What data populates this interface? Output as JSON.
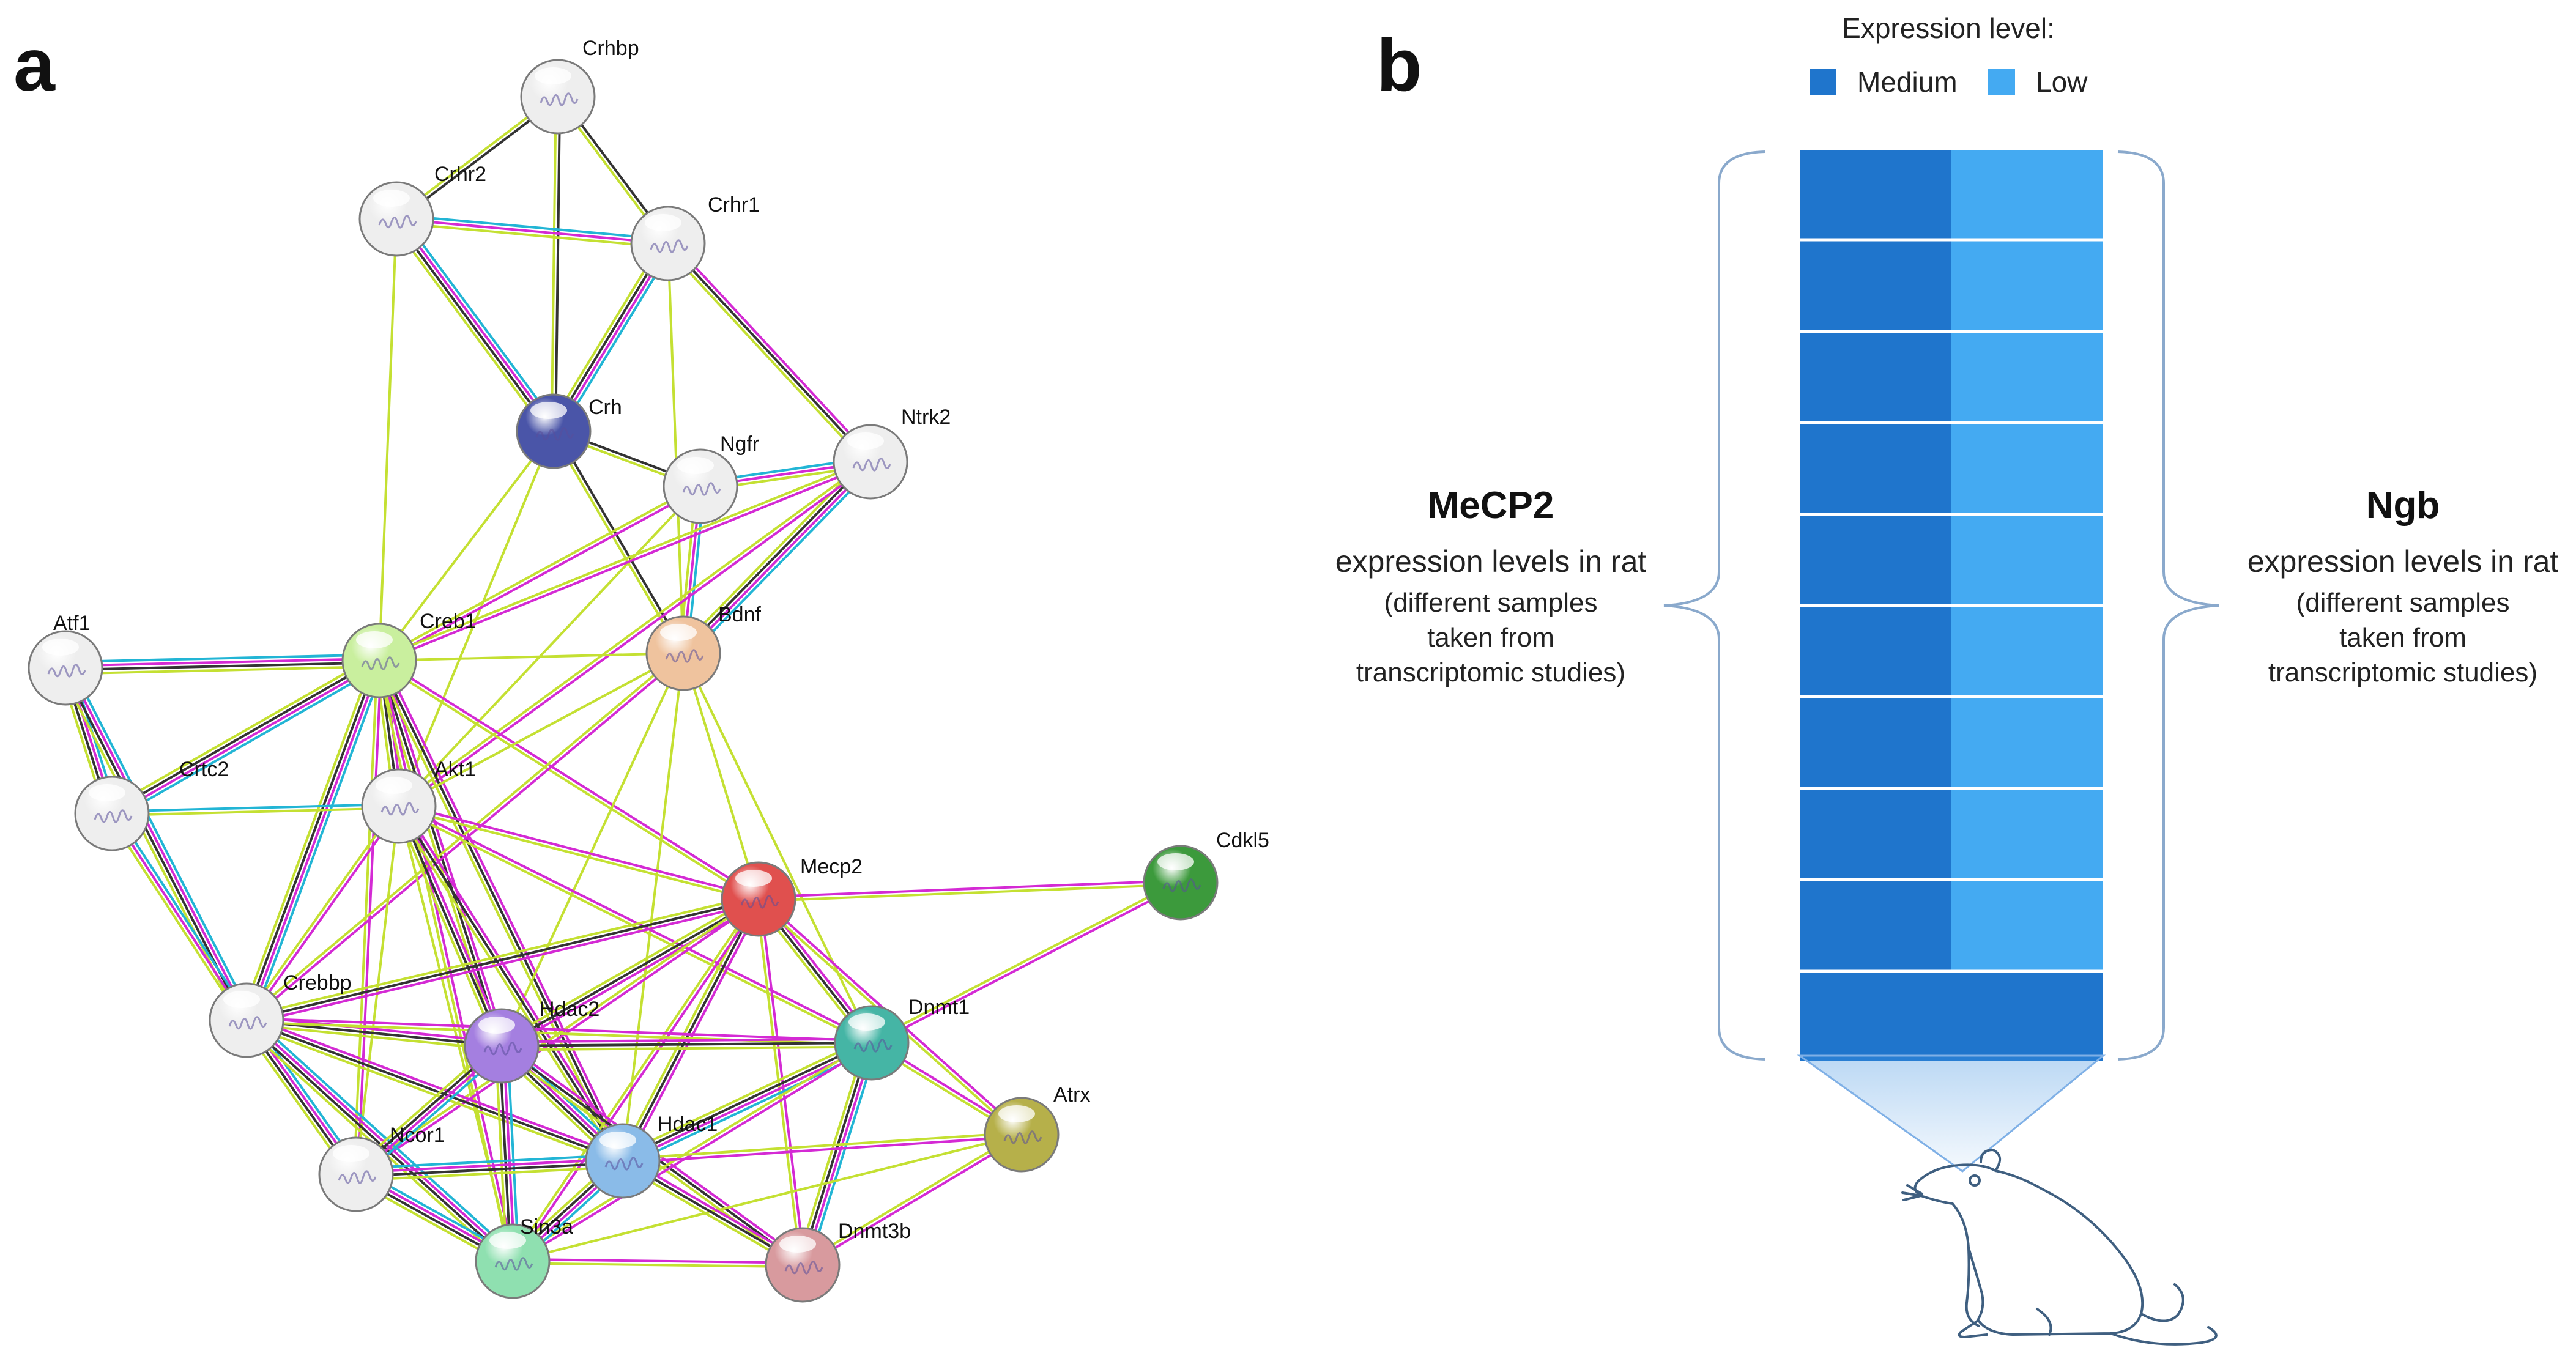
{
  "panel_a": {
    "label": "a",
    "nodes": [
      {
        "id": "Crhbp",
        "label": "Crhbp",
        "color": "#eeeeee"
      },
      {
        "id": "Crhr2",
        "label": "Crhr2",
        "color": "#eeeeee"
      },
      {
        "id": "Crhr1",
        "label": "Crhr1",
        "color": "#eeeeee"
      },
      {
        "id": "Crh",
        "label": "Crh",
        "color": "#4a55a8"
      },
      {
        "id": "Ngfr",
        "label": "Ngfr",
        "color": "#eeeeee"
      },
      {
        "id": "Ntrk2",
        "label": "Ntrk2",
        "color": "#eeeeee"
      },
      {
        "id": "Atf1",
        "label": "Atf1",
        "color": "#eeeeee"
      },
      {
        "id": "Creb1",
        "label": "Creb1",
        "color": "#c9ef9e"
      },
      {
        "id": "Bdnf",
        "label": "Bdnf",
        "color": "#efc39e"
      },
      {
        "id": "Crtc2",
        "label": "Crtc2",
        "color": "#eeeeee"
      },
      {
        "id": "Akt1",
        "label": "Akt1",
        "color": "#eeeeee"
      },
      {
        "id": "Mecp2",
        "label": "Mecp2",
        "color": "#e0504e"
      },
      {
        "id": "Cdkl5",
        "label": "Cdkl5",
        "color": "#3c9a3c"
      },
      {
        "id": "Crebbp",
        "label": "Crebbp",
        "color": "#eeeeee"
      },
      {
        "id": "Hdac2",
        "label": "Hdac2",
        "color": "#a47fe0"
      },
      {
        "id": "Dnmt1",
        "label": "Dnmt1",
        "color": "#45b5a5"
      },
      {
        "id": "Atrx",
        "label": "Atrx",
        "color": "#b6b04a"
      },
      {
        "id": "Ncor1",
        "label": "Ncor1",
        "color": "#eeeeee"
      },
      {
        "id": "Hdac1",
        "label": "Hdac1",
        "color": "#8abbe8"
      },
      {
        "id": "Sin3a",
        "label": "Sin3a",
        "color": "#8fe0b0"
      },
      {
        "id": "Dnmt3b",
        "label": "Dnmt3b",
        "color": "#d89a9e"
      }
    ],
    "edges": [
      [
        "Crhbp",
        "Crhr2",
        "ky"
      ],
      [
        "Crhbp",
        "Crhr1",
        "ky"
      ],
      [
        "Crhbp",
        "Crh",
        "ky"
      ],
      [
        "Crhr2",
        "Crhr1",
        "cmy"
      ],
      [
        "Crhr2",
        "Crh",
        "cmky"
      ],
      [
        "Crhr2",
        "Creb1",
        "y"
      ],
      [
        "Crhr1",
        "Crh",
        "cmky"
      ],
      [
        "Crhr1",
        "Ntrk2",
        "mky"
      ],
      [
        "Crhr1",
        "Bdnf",
        "y"
      ],
      [
        "Crh",
        "Ngfr",
        "ky"
      ],
      [
        "Crh",
        "Creb1",
        "y"
      ],
      [
        "Crh",
        "Bdnf",
        "ky"
      ],
      [
        "Crh",
        "Akt1",
        "y"
      ],
      [
        "Ngfr",
        "Ntrk2",
        "cmy"
      ],
      [
        "Ngfr",
        "Bdnf",
        "cmy"
      ],
      [
        "Ngfr",
        "Creb1",
        "my"
      ],
      [
        "Ngfr",
        "Akt1",
        "y"
      ],
      [
        "Ntrk2",
        "Bdnf",
        "cmky"
      ],
      [
        "Ntrk2",
        "Creb1",
        "my"
      ],
      [
        "Ntrk2",
        "Akt1",
        "my"
      ],
      [
        "Atf1",
        "Creb1",
        "cmky"
      ],
      [
        "Atf1",
        "Crtc2",
        "cmky"
      ],
      [
        "Atf1",
        "Crebbp",
        "cmky"
      ],
      [
        "Creb1",
        "Bdnf",
        "y"
      ],
      [
        "Creb1",
        "Crtc2",
        "cmky"
      ],
      [
        "Creb1",
        "Akt1",
        "mky"
      ],
      [
        "Creb1",
        "Crebbp",
        "cmky"
      ],
      [
        "Creb1",
        "Mecp2",
        "my"
      ],
      [
        "Creb1",
        "Hdac2",
        "mky"
      ],
      [
        "Creb1",
        "Hdac1",
        "mky"
      ],
      [
        "Creb1",
        "Ncor1",
        "my"
      ],
      [
        "Creb1",
        "Sin3a",
        "my"
      ],
      [
        "Bdnf",
        "Mecp2",
        "y"
      ],
      [
        "Bdnf",
        "Akt1",
        "y"
      ],
      [
        "Bdnf",
        "Crebbp",
        "my"
      ],
      [
        "Bdnf",
        "Dnmt1",
        "y"
      ],
      [
        "Bdnf",
        "Hdac1",
        "y"
      ],
      [
        "Bdnf",
        "Hdac2",
        "y"
      ],
      [
        "Crtc2",
        "Akt1",
        "cy"
      ],
      [
        "Crtc2",
        "Crebbp",
        "cmy"
      ],
      [
        "Akt1",
        "Crebbp",
        "my"
      ],
      [
        "Akt1",
        "Hdac2",
        "mky"
      ],
      [
        "Akt1",
        "Hdac1",
        "mky"
      ],
      [
        "Akt1",
        "Mecp2",
        "my"
      ],
      [
        "Akt1",
        "Dnmt1",
        "my"
      ],
      [
        "Akt1",
        "Sin3a",
        "y"
      ],
      [
        "Akt1",
        "Ncor1",
        "y"
      ],
      [
        "Mecp2",
        "Cdkl5",
        "my"
      ],
      [
        "Mecp2",
        "Hdac2",
        "mky"
      ],
      [
        "Mecp2",
        "Hdac1",
        "mky"
      ],
      [
        "Mecp2",
        "Dnmt1",
        "mky"
      ],
      [
        "Mecp2",
        "Sin3a",
        "my"
      ],
      [
        "Mecp2",
        "Atrx",
        "my"
      ],
      [
        "Mecp2",
        "Crebbp",
        "mky"
      ],
      [
        "Mecp2",
        "Ncor1",
        "my"
      ],
      [
        "Mecp2",
        "Dnmt3b",
        "my"
      ],
      [
        "Cdkl5",
        "Dnmt1",
        "my"
      ],
      [
        "Crebbp",
        "Hdac2",
        "mky"
      ],
      [
        "Crebbp",
        "Hdac1",
        "mky"
      ],
      [
        "Crebbp",
        "Ncor1",
        "cmky"
      ],
      [
        "Crebbp",
        "Sin3a",
        "cmky"
      ],
      [
        "Crebbp",
        "Dnmt1",
        "my"
      ],
      [
        "Hdac2",
        "Hdac1",
        "cmky"
      ],
      [
        "Hdac2",
        "Ncor1",
        "cmky"
      ],
      [
        "Hdac2",
        "Sin3a",
        "cmky"
      ],
      [
        "Hdac2",
        "Dnmt1",
        "mky"
      ],
      [
        "Hdac2",
        "Dnmt3b",
        "mky"
      ],
      [
        "Dnmt1",
        "Hdac1",
        "cmky"
      ],
      [
        "Dnmt1",
        "Dnmt3b",
        "cmky"
      ],
      [
        "Dnmt1",
        "Atrx",
        "my"
      ],
      [
        "Dnmt1",
        "Sin3a",
        "my"
      ],
      [
        "Atrx",
        "Hdac1",
        "my"
      ],
      [
        "Atrx",
        "Dnmt3b",
        "my"
      ],
      [
        "Atrx",
        "Sin3a",
        "y"
      ],
      [
        "Ncor1",
        "Hdac1",
        "cmky"
      ],
      [
        "Ncor1",
        "Sin3a",
        "cmky"
      ],
      [
        "Hdac1",
        "Sin3a",
        "cmky"
      ],
      [
        "Hdac1",
        "Dnmt3b",
        "mky"
      ],
      [
        "Sin3a",
        "Dnmt3b",
        "my"
      ]
    ],
    "edge_colors": {
      "c": "#22b5d5",
      "m": "#d42ad4",
      "k": "#333333",
      "y": "#c4e032"
    }
  },
  "panel_b": {
    "label": "b",
    "legend": {
      "title": "Expression level:",
      "items": [
        {
          "label": "Medium",
          "color": "#1f75cc"
        },
        {
          "label": "Low",
          "color": "#44aaf2"
        }
      ]
    },
    "left_text": {
      "gene": "MeCP2",
      "line1": "expression levels in rat",
      "line2": "(different samples",
      "line3": "taken from",
      "line4": "transcriptomic studies)"
    },
    "right_text": {
      "gene": "Ngb",
      "line1": "expression levels in rat",
      "line2": "(different samples",
      "line3": "taken from",
      "line4": "transcriptomic studies)"
    },
    "heatmap": {
      "columns": [
        "MeCP2",
        "Ngb"
      ],
      "rows": [
        [
          "Medium",
          "Low"
        ],
        [
          "Medium",
          "Low"
        ],
        [
          "Medium",
          "Low"
        ],
        [
          "Medium",
          "Low"
        ],
        [
          "Medium",
          "Low"
        ],
        [
          "Medium",
          "Low"
        ],
        [
          "Medium",
          "Low"
        ],
        [
          "Medium",
          "Low"
        ],
        [
          "Medium",
          "Low"
        ],
        [
          "Medium",
          "Medium"
        ]
      ]
    }
  }
}
